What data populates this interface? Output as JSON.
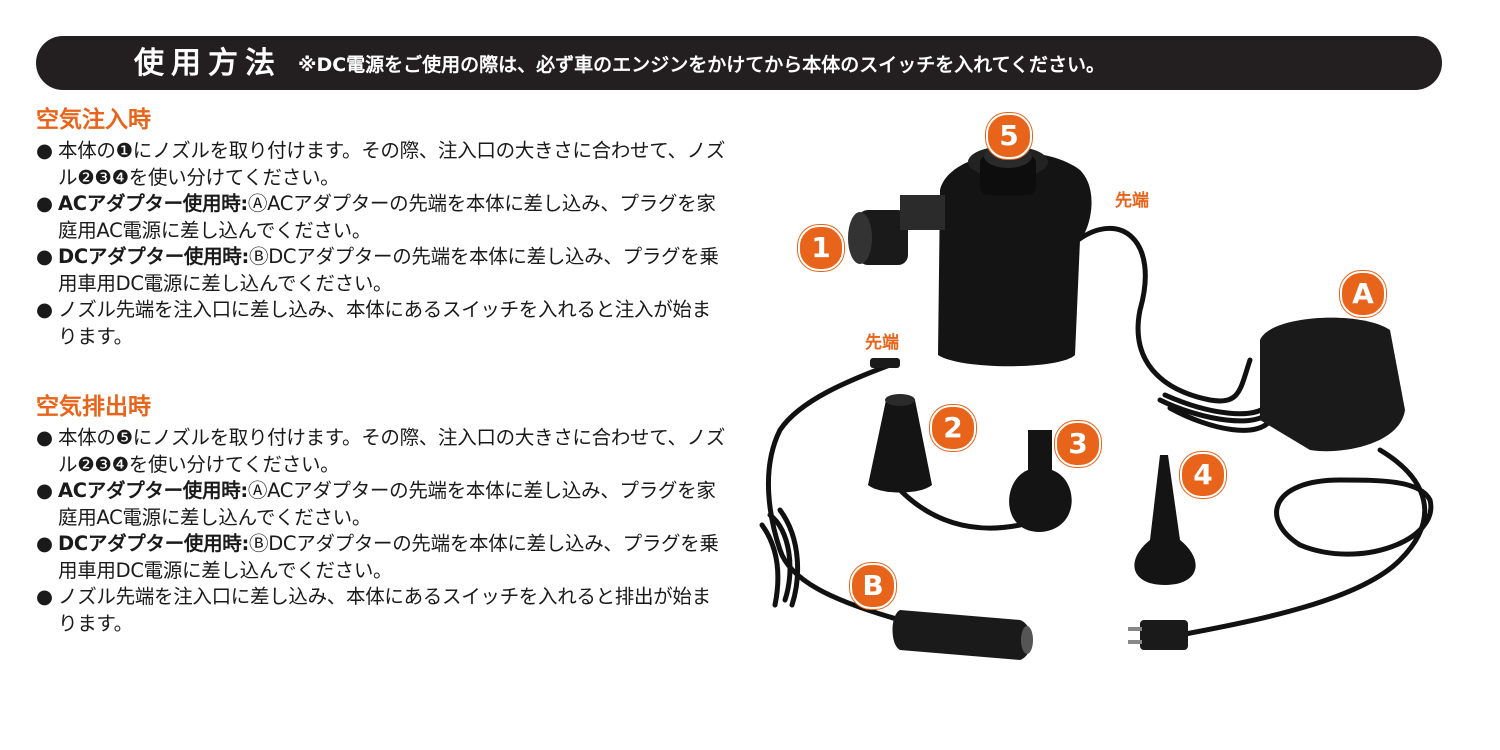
{
  "header": {
    "title": "使用方法",
    "note": "※DC電源をご使用の際は、必ず車のエンジンをかけてから本体のスイッチを入れてください。"
  },
  "inject": {
    "title": "空気注入時",
    "steps": [
      {
        "bullet": "●",
        "bold": "",
        "text": "本体の❶にノズルを取り付けます。その際、注入口の大きさに合わせて、ノズル❷❸❹を使い分けてください。"
      },
      {
        "bullet": "●",
        "bold": "ACアダプター使用時:",
        "text": "ⒶACアダプターの先端を本体に差し込み、プラグを家庭用AC電源に差し込んでください。"
      },
      {
        "bullet": "●",
        "bold": "DCアダプター使用時:",
        "text": "ⒷDCアダプターの先端を本体に差し込み、プラグを乗用車用DC電源に差し込んでください。"
      },
      {
        "bullet": "●",
        "bold": "",
        "text": "ノズル先端を注入口に差し込み、本体にあるスイッチを入れると注入が始まります。"
      }
    ]
  },
  "exhaust": {
    "title": "空気排出時",
    "steps": [
      {
        "bullet": "●",
        "bold": "",
        "text": "本体の❺にノズルを取り付けます。その際、注入口の大きさに合わせて、ノズル❷❸❹を使い分けてください。"
      },
      {
        "bullet": "●",
        "bold": "ACアダプター使用時:",
        "text": "ⒶACアダプターの先端を本体に差し込み、プラグを家庭用AC電源に差し込んでください。"
      },
      {
        "bullet": "●",
        "bold": "DCアダプター使用時:",
        "text": "ⒷDCアダプターの先端を本体に差し込み、プラグを乗用車用DC電源に差し込んでください。"
      },
      {
        "bullet": "●",
        "bold": "",
        "text": "ノズル先端を注入口に差し込み、本体にあるスイッチを入れると排出が始まります。"
      }
    ]
  },
  "callouts": {
    "c1": "1",
    "c2": "2",
    "c3": "3",
    "c4": "4",
    "c5": "5",
    "cA": "A",
    "cB": "B",
    "tip_pump": "先端",
    "tip_dc": "先端"
  },
  "colors": {
    "accent": "#e8641b",
    "header_bg": "#231f20",
    "product": "#111111"
  }
}
